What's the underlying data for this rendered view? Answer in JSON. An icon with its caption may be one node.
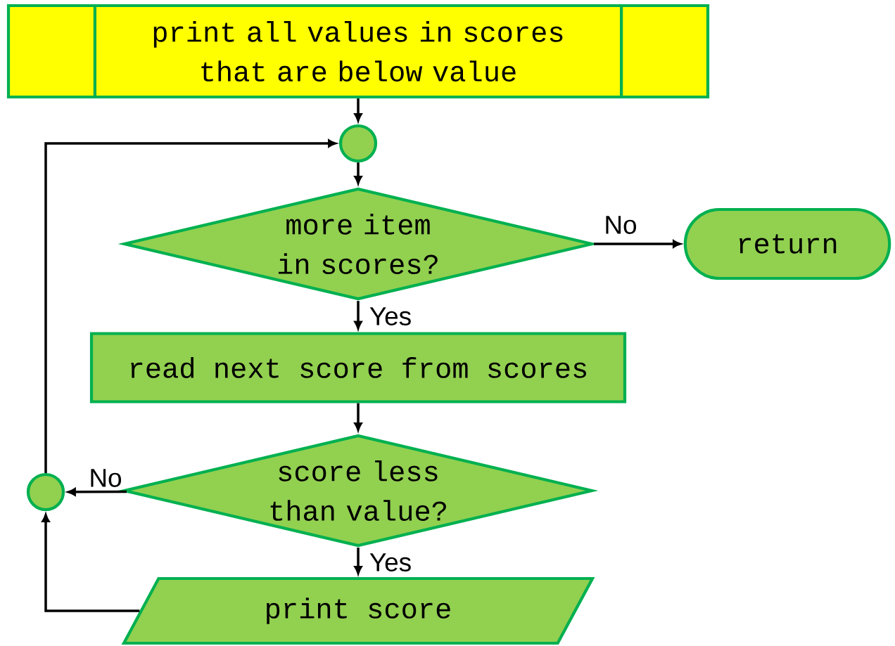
{
  "diagram": {
    "nodes": [
      {
        "text": [
          "print all values in scores that are below value"
        ]
      },
      {
        "text": [],
        "shape": "circle"
      },
      {
        "text": [
          "more item in scores?"
        ]
      },
      {
        "text": [
          "return"
        ]
      },
      {
        "text": [
          "read next score from scores"
        ]
      },
      {
        "text": [
          "score less than value?"
        ]
      },
      {
        "text": [],
        "shape": "circle"
      },
      {
        "text": [
          "print score"
        ]
      }
    ],
    "edges": [
      {
        "from": 0,
        "to": 1,
        "arrow": "to"
      },
      {
        "from": 1,
        "to": 2,
        "arrow": "to"
      },
      {
        "from": 2,
        "to": 3,
        "arrow": "to",
        "label": "No"
      },
      {
        "from": 2,
        "to": 4,
        "arrow": "to",
        "label": "Yes"
      },
      {
        "from": 4,
        "to": 5,
        "arrow": "to"
      },
      {
        "from": 5,
        "to": 6,
        "arrow": "to",
        "label": "No"
      },
      {
        "from": 5,
        "to": 7,
        "arrow": "to",
        "label": "Yes"
      },
      {
        "from": 7,
        "to": 6,
        "arrow": "to"
      },
      {
        "from": 6,
        "to": 1,
        "arrow": "to"
      }
    ]
  }
}
